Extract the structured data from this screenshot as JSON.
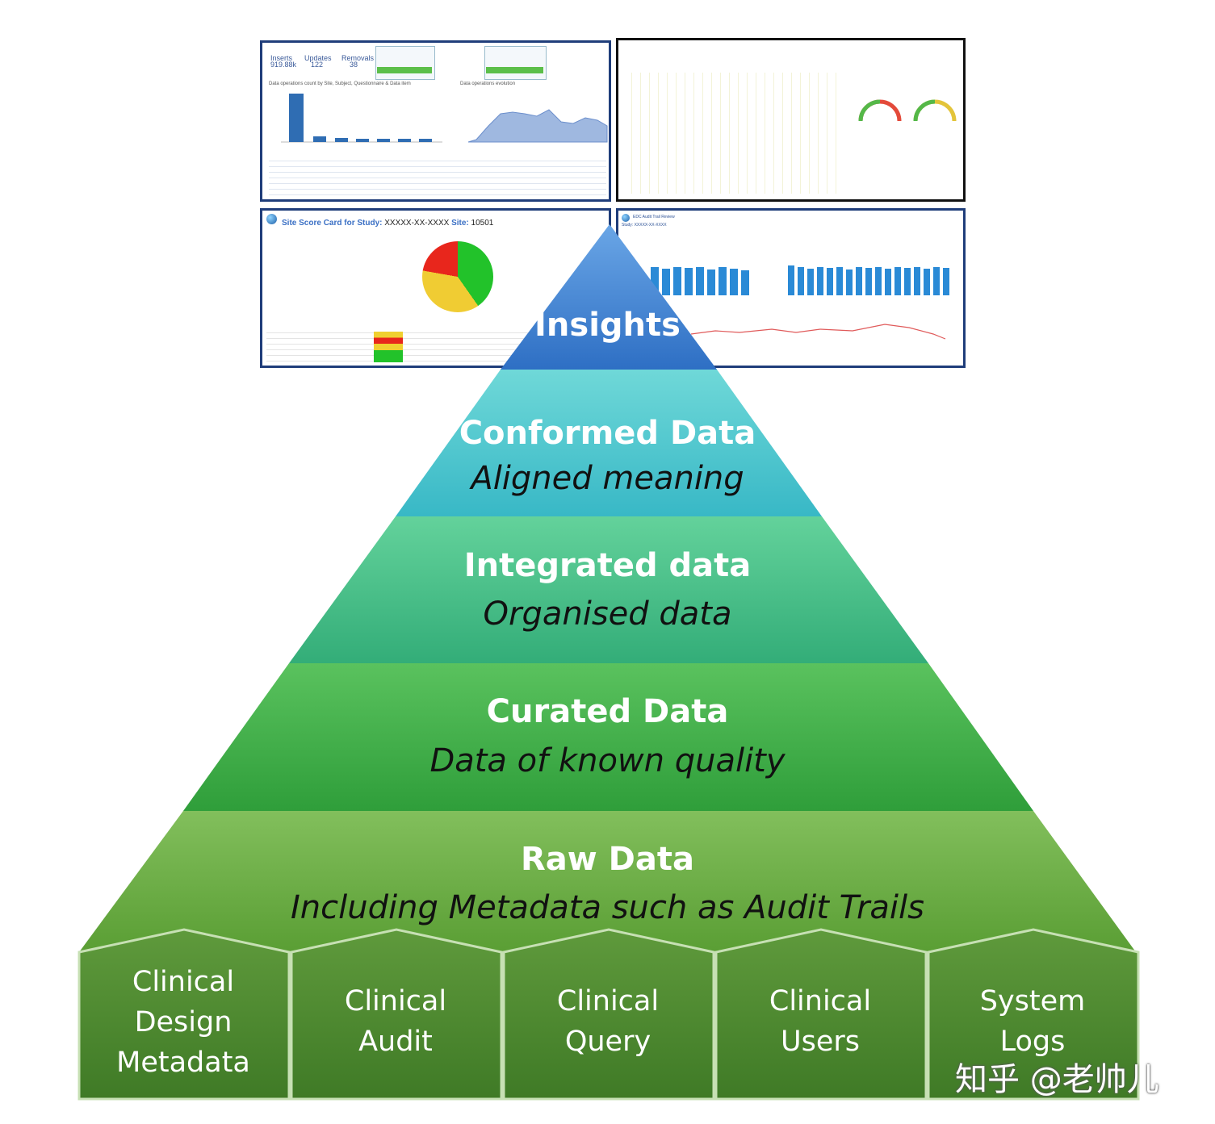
{
  "pyramid": {
    "apex": {
      "title": "Insights"
    },
    "layers": [
      {
        "title": "Conformed Data",
        "subtitle": "Aligned meaning"
      },
      {
        "title": "Integrated data",
        "subtitle": "Organised data"
      },
      {
        "title": "Curated Data",
        "subtitle": "Data of known quality"
      },
      {
        "title": "Raw Data",
        "subtitle": "Including Metadata such as Audit Trails"
      }
    ],
    "sources": [
      {
        "lines": [
          "Clinical",
          "Design",
          "Metadata"
        ]
      },
      {
        "lines": [
          "Clinical",
          "Audit"
        ]
      },
      {
        "lines": [
          "Clinical",
          "Query"
        ]
      },
      {
        "lines": [
          "Clinical",
          "Users"
        ]
      },
      {
        "lines": [
          "System",
          "Logs"
        ]
      }
    ],
    "colors": {
      "apex": "#4a86d6",
      "conformed": "#4ec6cf",
      "integrated": "#45c08a",
      "curated": "#3fb04a",
      "raw": "#6db347",
      "source_box": "#4d8a2e"
    }
  },
  "screenshots": {
    "top_left": {
      "kpis": [
        {
          "label": "Inserts",
          "value": "919.88k"
        },
        {
          "label": "Updates",
          "value": "122"
        },
        {
          "label": "Removals",
          "value": "38"
        }
      ],
      "bar_chart_title": "Data operations count by Site, Subject, Questionnaire & Data item",
      "area_chart_title": "Data operations evolution"
    },
    "bottom_left": {
      "title_prefix": "Site Score Card for Study:",
      "study": "XXXXX-XX-XXXX",
      "site_prefix": "Site:",
      "site": "10501"
    },
    "bottom_right": {
      "title": "EDC Audit Trail Review",
      "study_label": "Study: XXXXX-XX-XXXX"
    }
  },
  "watermark": "知乎 @老帅儿"
}
